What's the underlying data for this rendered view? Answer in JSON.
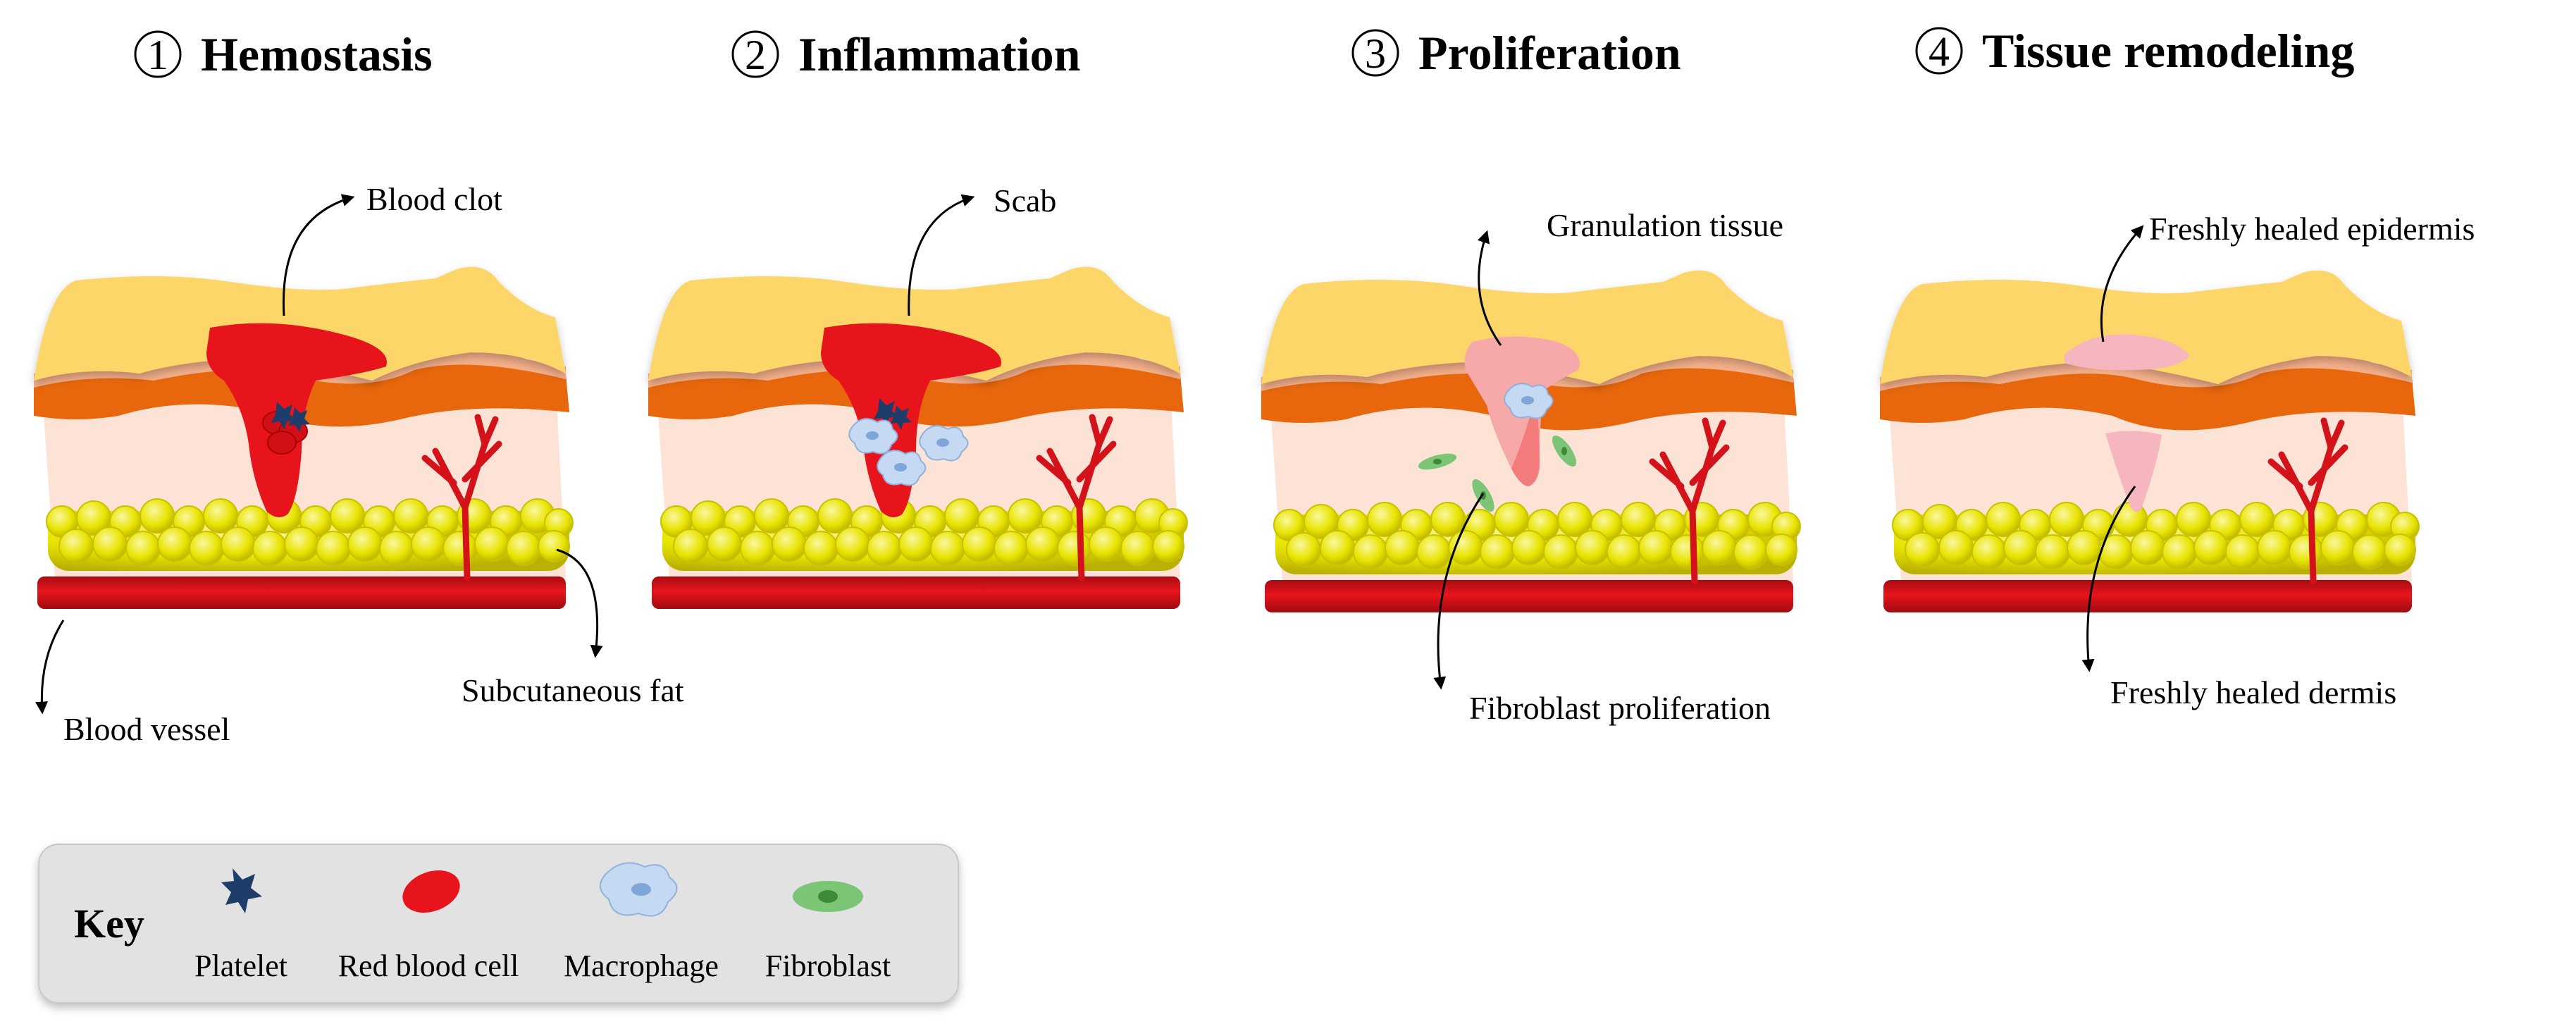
{
  "stages": [
    {
      "number": "1",
      "title": "Hemostasis"
    },
    {
      "number": "2",
      "title": "Inflammation"
    },
    {
      "number": "3",
      "title": "Proliferation"
    },
    {
      "number": "4",
      "title": "Tissue remodeling"
    }
  ],
  "labels": {
    "blood_clot": "Blood clot",
    "blood_vessel": "Blood vessel",
    "subcutaneous_fat": "Subcutaneous fat",
    "scab": "Scab",
    "granulation_tissue": "Granulation tissue",
    "fibroblast_proliferation": "Fibroblast proliferation",
    "freshly_healed_epidermis": "Freshly healed epidermis",
    "freshly_healed_dermis": "Freshly healed dermis"
  },
  "key": {
    "title": "Key",
    "items": [
      {
        "label": "Platelet",
        "icon": "platelet-icon"
      },
      {
        "label": "Red blood cell",
        "icon": "red-blood-cell-icon"
      },
      {
        "label": "Macrophage",
        "icon": "macrophage-icon"
      },
      {
        "label": "Fibroblast",
        "icon": "fibroblast-icon"
      }
    ]
  },
  "colors": {
    "epidermis": "#fdd66a",
    "dermis_band": "#e8670c",
    "dermis_light": "#f5b08a",
    "tissue": "#fde3d6",
    "fat": "#e8e400",
    "vessel": "#d4121a",
    "clot": "#e8141c",
    "granulation": "#f7a8a8",
    "healed": "#f6b6bf",
    "platelet": "#1f3d6b",
    "macrophage": "#c5daf2",
    "fibroblast": "#7cc576",
    "key_bg": "#e2e2e2"
  }
}
